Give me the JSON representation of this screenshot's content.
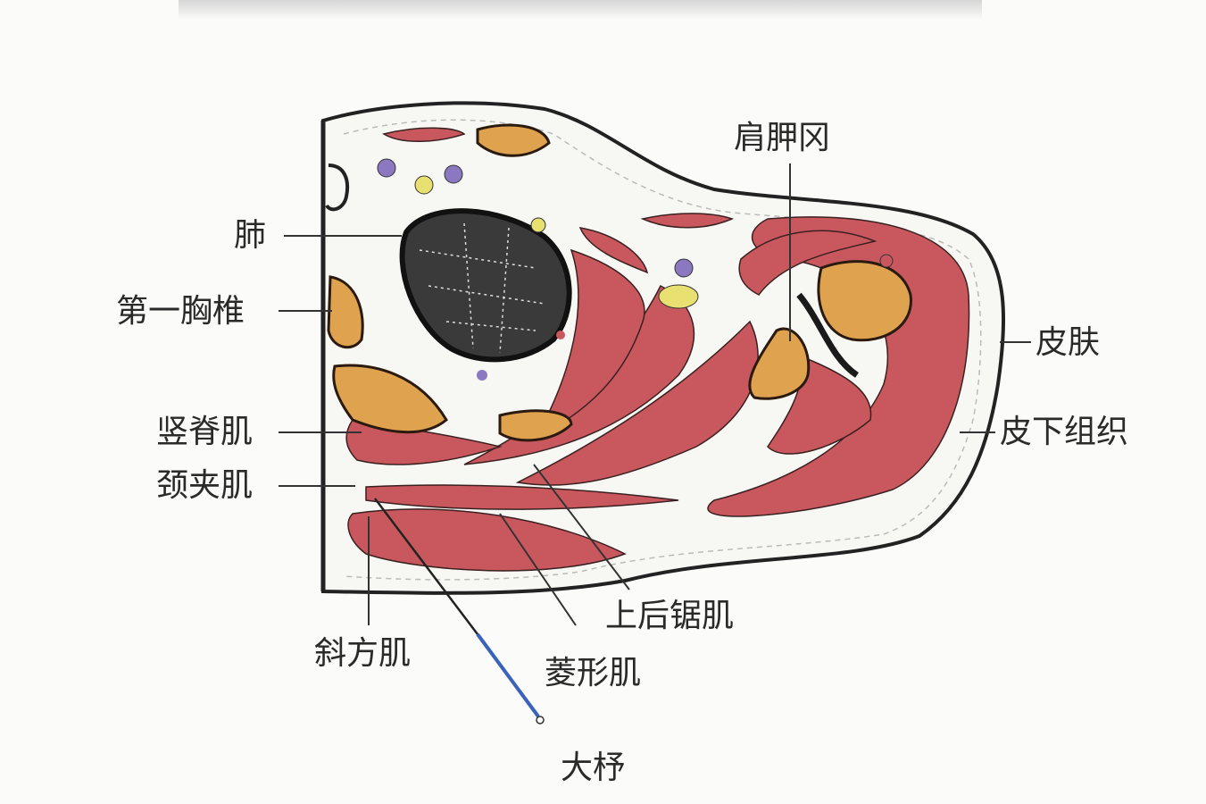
{
  "labels": {
    "lung": "肺",
    "first_thoracic_vertebra": "第一胸椎",
    "erector_spinae": "竖脊肌",
    "splenius_cervicis": "颈夹肌",
    "trapezius": "斜方肌",
    "dazhu": "大杼",
    "rhomboid": "菱形肌",
    "serratus_posterior_superior": "上后锯肌",
    "scapular_spine": "肩胛冈",
    "skin": "皮肤",
    "subcutaneous_tissue": "皮下组织"
  },
  "colors": {
    "muscle": "#c9585e",
    "bone": "#dfa24e",
    "lung": "#2c2c2c",
    "needle": "#3a62b8",
    "vessel_purple": "#8a78c0",
    "nerve_yellow": "#e8e070"
  }
}
